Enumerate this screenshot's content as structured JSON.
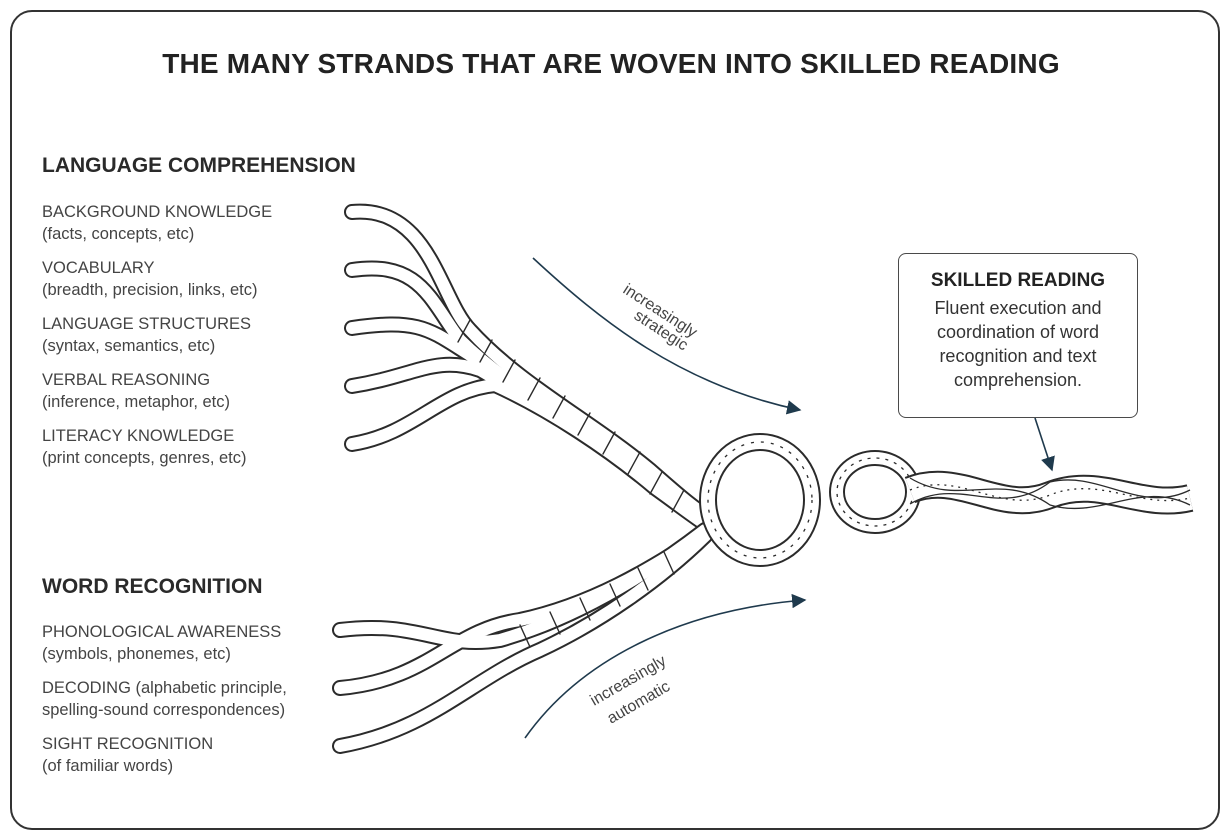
{
  "title": "THE MANY STRANDS THAT ARE WOVEN INTO SKILLED READING",
  "language_comprehension": {
    "heading": "LANGUAGE COMPREHENSION",
    "items": [
      {
        "name": "BACKGROUND KNOWLEDGE",
        "detail": "(facts, concepts, etc)"
      },
      {
        "name": "VOCABULARY",
        "detail": "(breadth, precision, links, etc)"
      },
      {
        "name": "LANGUAGE STRUCTURES",
        "detail": "(syntax, semantics, etc)"
      },
      {
        "name": "VERBAL REASONING",
        "detail": "(inference, metaphor, etc)"
      },
      {
        "name": "LITERACY KNOWLEDGE",
        "detail": "(print concepts, genres, etc)"
      }
    ]
  },
  "word_recognition": {
    "heading": "WORD RECOGNITION",
    "items": [
      {
        "name": "PHONOLOGICAL AWARENESS",
        "detail": "(symbols, phonemes, etc)"
      },
      {
        "name": "DECODING (alphabetic principle,",
        "detail": "spelling-sound correspondences)"
      },
      {
        "name": "SIGHT RECOGNITION",
        "detail": "(of familiar words)"
      }
    ]
  },
  "arrows": {
    "upper_line1": "increasingly",
    "upper_line2": "strategic",
    "lower_line1": "increasingly",
    "lower_line2": "automatic"
  },
  "skilled_reading": {
    "heading": "SKILLED READING",
    "description": "Fluent execution and coordination of word recognition and text comprehension."
  },
  "colors": {
    "arrow": "#1f3a4d",
    "strand_stroke": "#2b2b2b",
    "frame": "#333333"
  }
}
